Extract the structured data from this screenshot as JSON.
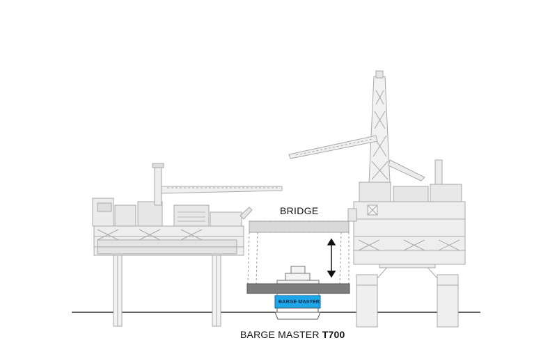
{
  "labels": {
    "bridge": "BRIDGE",
    "caption_main": "BARGE MASTER ",
    "caption_model": "T700",
    "barge_badge": "BARGE MASTER"
  },
  "colors": {
    "structure": "#c8c8c8",
    "structure_line": "#a9a9a9",
    "bridge_fill": "#d9d9d9",
    "deck_fill": "#7d7d7d",
    "barge_blue": "#1ea7e8",
    "ground": "#000000"
  },
  "icons": {
    "motion_arrow": "double-headed-vertical-arrow"
  }
}
